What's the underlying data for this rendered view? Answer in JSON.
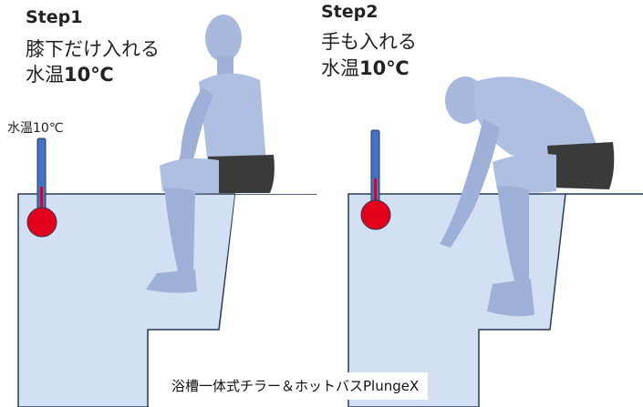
{
  "step1": {
    "title": "Step1",
    "line1": "膝下だけ入れる",
    "temp_label": "水温",
    "temp_value": "10℃"
  },
  "step2": {
    "title": "Step2",
    "line1": "手も入れる",
    "temp_label": "水温",
    "temp_value": "10℃"
  },
  "thermometer_label": {
    "label": "水温",
    "value": "10℃"
  },
  "caption": "浴槽一体式チラー＆ホットバスPlungeX",
  "colors": {
    "water_fill": "#d3dff2",
    "tank_outline": "#2b3a55",
    "thermo_tube": "#4472c4",
    "thermo_bulb": "#e2001a",
    "body": "#a9b9de",
    "shorts": "#3a3a3a"
  }
}
